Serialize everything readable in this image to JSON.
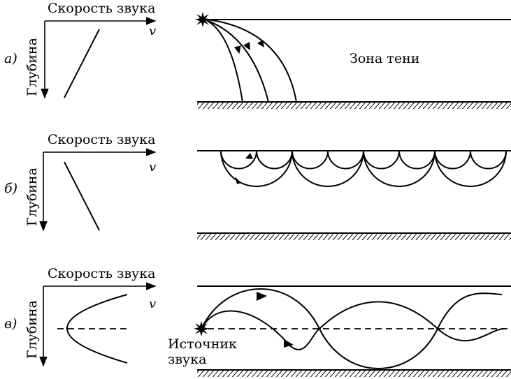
{
  "panels": [
    {
      "label": "а)",
      "x_axis_label": "Скорость звука",
      "x_axis_var": "v",
      "y_axis_label": "Глубина",
      "zone_label": "Зона тени"
    },
    {
      "label": "б)",
      "x_axis_label": "Скорость звука",
      "x_axis_var": "v",
      "y_axis_label": "Глубина"
    },
    {
      "label": "в)",
      "x_axis_label": "Скорость звука",
      "x_axis_var": "v",
      "y_axis_label": "Глубина",
      "source_label_line1": "Источник",
      "source_label_line2": "звука"
    }
  ]
}
